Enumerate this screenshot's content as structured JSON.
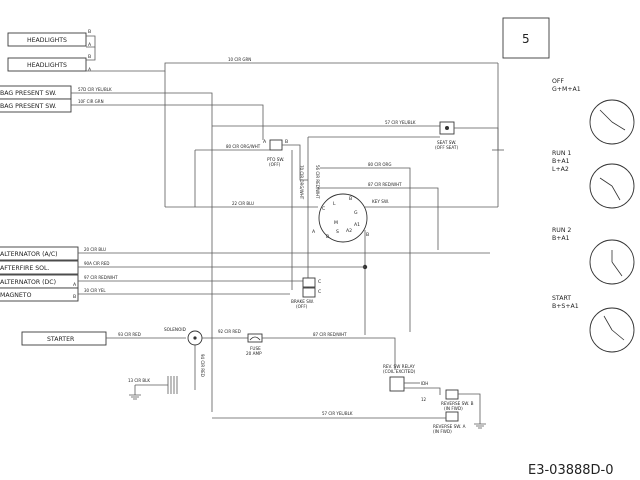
{
  "page_number": "5",
  "drawing_number": "E3-03888D-0",
  "components": {
    "headlights_1": "HEADLIGHTS",
    "headlights_2": "HEADLIGHTS",
    "bag_sw_1": "BAG PRESENT SW.",
    "bag_sw_2": "BAG PRESENT SW.",
    "alt_ac": "ALTERNATOR (A/C)",
    "afterfire": "AFTERFIRE SOL.",
    "alt_dc": "ALTERNATOR (DC)",
    "magneto": "MAGNETO",
    "starter": "STARTER",
    "pto_sw": [
      "PTO SW.",
      "(OFF)"
    ],
    "seat_sw": [
      "SEAT SW.",
      "(OFF SEAT)"
    ],
    "key_sw": "KEY SW.",
    "brake_sw": [
      "BRAKE SW.",
      "(OFF)"
    ],
    "fuse": [
      "FUSE",
      "20 AMP"
    ],
    "solenoid": "SOLENOID",
    "rev_relay": [
      "REV. SW RELAY",
      "(COIL EXCITED)"
    ],
    "rev_sw_b": [
      "REVERSE SW. B",
      "(IN FWD)"
    ],
    "rev_sw_a": [
      "REVERSE SW. A",
      "(IN FWD)"
    ]
  },
  "wires": {
    "w10": "10 CIR GRN",
    "w57d": "57D CIR YEL/BLK",
    "w10f": "10F CIR GRN",
    "w57": "57 CIR YEL/BLK",
    "w80a": "80 CIR ORG/WHT",
    "w80": "80 CIR ORG",
    "w70": "70 CIR ORG/WHT",
    "w56": "56 CIR RED/WHT",
    "w87": "87 CIR RED/WHT",
    "w22": "22 CIR BLU",
    "w20": "20 CIR BLU",
    "w90a": "90A CIR RED",
    "w97": "97 CIR RED/WHT",
    "w30": "30 CIR YEL",
    "w93": "93 CIR RED",
    "w92": "92 CIR RED",
    "w87b": "87 CIR RED/WHT",
    "w94": "94 CIR RED",
    "w13": "13 CIR BLK",
    "w57b": "57 CIR YEL/BLK",
    "idh": "IDH",
    "n12": "12"
  },
  "pins": {
    "a": "A",
    "b": "B",
    "c": "C",
    "g": "G",
    "l": "L",
    "m": "M",
    "s": "S",
    "a1": "A1",
    "a2": "A2"
  },
  "key_positions": [
    {
      "name": "OFF",
      "combo": "G+M+A1"
    },
    {
      "name": "RUN 1",
      "combo": "B+A1",
      "combo2": "L+A2"
    },
    {
      "name": "RUN 2",
      "combo": "B+A1"
    },
    {
      "name": "START",
      "combo": "B+S+A1"
    }
  ]
}
